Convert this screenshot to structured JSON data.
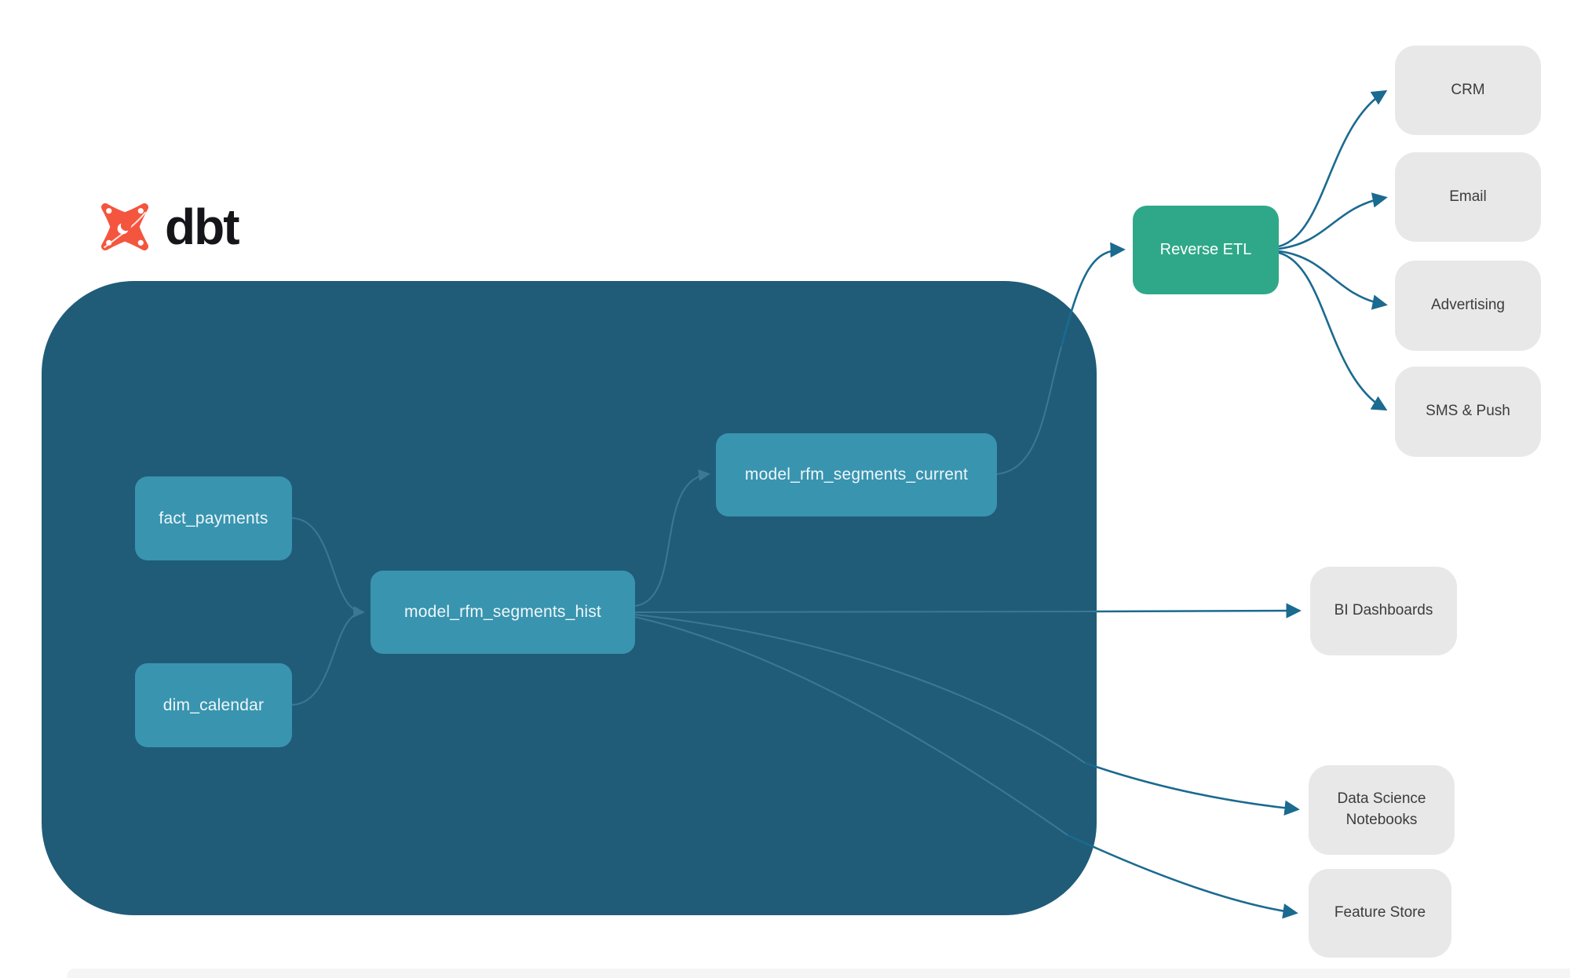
{
  "brand": {
    "name": "dbt",
    "logo_icon": "dbt-star-icon",
    "logo_color": "#f4553e",
    "logo_text_color": "#16161a"
  },
  "colors": {
    "warehouse_container_bg": "#205c78",
    "model_node_bg": "#3994af",
    "model_node_text": "#eef7fa",
    "reverse_etl_bg": "#2fa889",
    "destination_node_bg": "#e8e8e8",
    "destination_node_text": "#3c3c3c",
    "edge_inside_container": "#3a7896",
    "edge_outside_container": "#1b6a90"
  },
  "diagram": {
    "nodes": {
      "fact_payments": {
        "label": "fact_payments"
      },
      "dim_calendar": {
        "label": "dim_calendar"
      },
      "model_rfm_segments_hist": {
        "label": "model_rfm_segments_hist"
      },
      "model_rfm_segments_current": {
        "label": "model_rfm_segments_current"
      },
      "reverse_etl": {
        "label": "Reverse ETL"
      },
      "crm": {
        "label": "CRM"
      },
      "email": {
        "label": "Email"
      },
      "advertising": {
        "label": "Advertising"
      },
      "sms_push": {
        "label": "SMS & Push"
      },
      "bi_dashboards": {
        "label": "BI Dashboards"
      },
      "data_science_notebooks": {
        "label": "Data Science Notebooks"
      },
      "feature_store": {
        "label": "Feature Store"
      }
    },
    "edges": [
      {
        "from": "fact_payments",
        "to": "model_rfm_segments_hist"
      },
      {
        "from": "dim_calendar",
        "to": "model_rfm_segments_hist"
      },
      {
        "from": "model_rfm_segments_hist",
        "to": "model_rfm_segments_current"
      },
      {
        "from": "model_rfm_segments_current",
        "to": "reverse_etl"
      },
      {
        "from": "model_rfm_segments_hist",
        "to": "bi_dashboards"
      },
      {
        "from": "model_rfm_segments_hist",
        "to": "data_science_notebooks"
      },
      {
        "from": "model_rfm_segments_hist",
        "to": "feature_store"
      },
      {
        "from": "reverse_etl",
        "to": "crm"
      },
      {
        "from": "reverse_etl",
        "to": "email"
      },
      {
        "from": "reverse_etl",
        "to": "advertising"
      },
      {
        "from": "reverse_etl",
        "to": "sms_push"
      }
    ]
  }
}
